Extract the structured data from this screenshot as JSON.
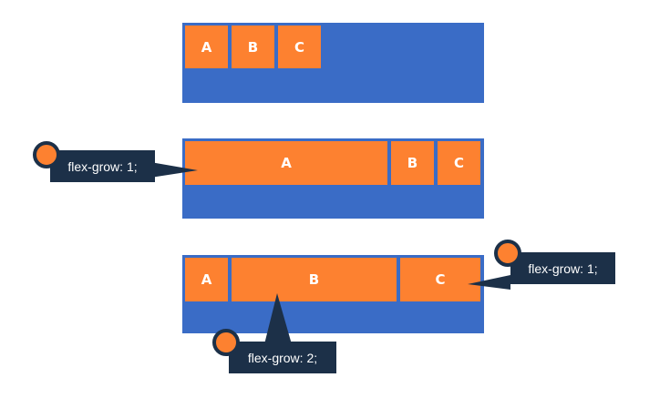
{
  "colors": {
    "container": "#3a6cc6",
    "item": "#fd8130",
    "item_text": "#ffffff",
    "callout_bg": "#1c3048",
    "callout_text": "#ffffff"
  },
  "examples": [
    {
      "items": [
        "A",
        "B",
        "C"
      ]
    },
    {
      "items": [
        "A",
        "B",
        "C"
      ],
      "callout": {
        "text": "flex-grow: 1;",
        "target": "A"
      }
    },
    {
      "items": [
        "A",
        "B",
        "C"
      ],
      "callouts": [
        {
          "text": "flex-grow: 1;",
          "target": "C"
        },
        {
          "text": "flex-grow: 2;",
          "target": "B"
        }
      ]
    }
  ]
}
